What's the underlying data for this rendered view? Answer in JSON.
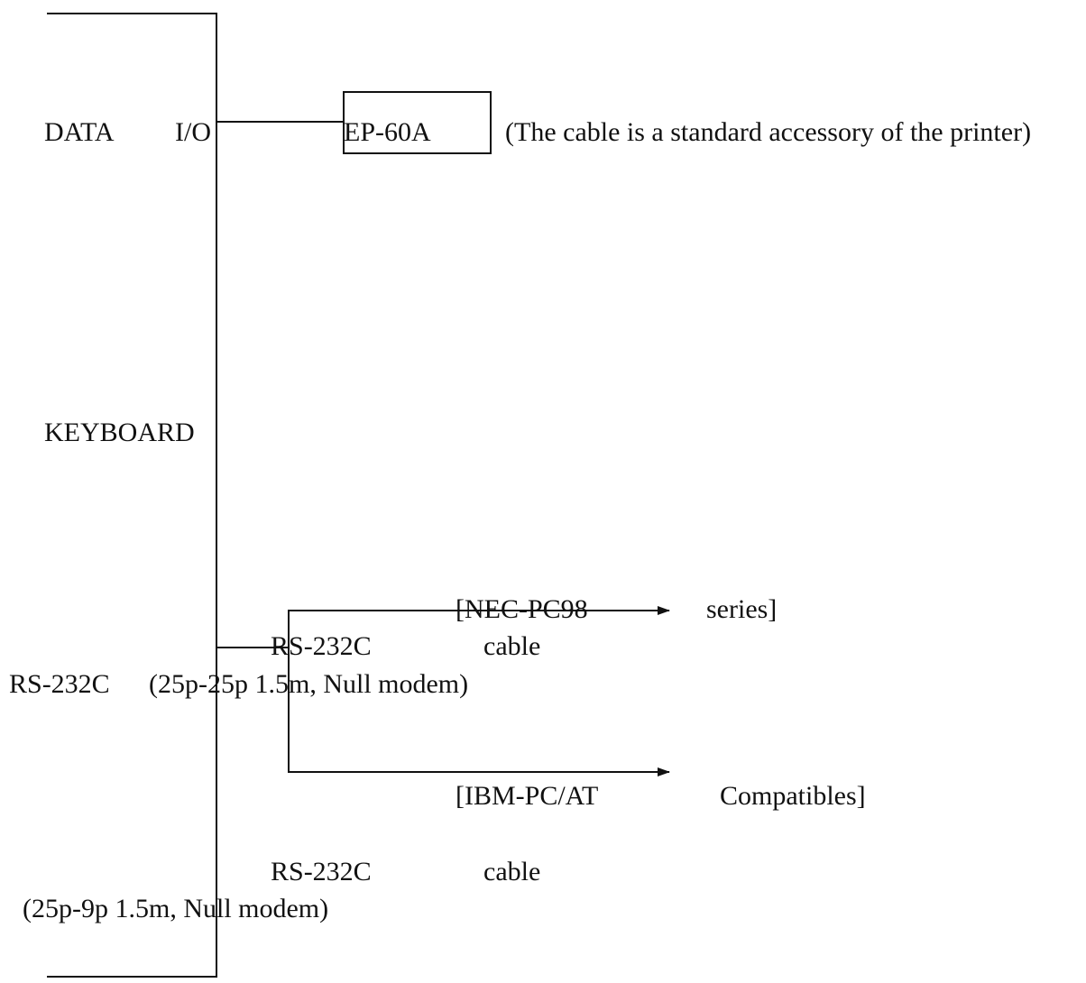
{
  "ports": {
    "data": "DATA",
    "io": "I/O",
    "keyboard": "KEYBOARD",
    "rs232c": "RS-232C"
  },
  "printer": {
    "model": "EP-60A",
    "note": "(The cable is a standard accessory of the printer)"
  },
  "cable_nec": {
    "target_left": "[NEC-PC98",
    "target_right": "series]",
    "name_left": "RS-232C",
    "name_right": "cable",
    "spec": "(25p-25p 1.5m, Null modem)"
  },
  "cable_ibm": {
    "target_left": "[IBM-PC/AT",
    "target_right": "Compatibles]",
    "name_left": "RS-232C",
    "name_right": "cable",
    "spec": "(25p-9p 1.5m, Null modem)"
  }
}
